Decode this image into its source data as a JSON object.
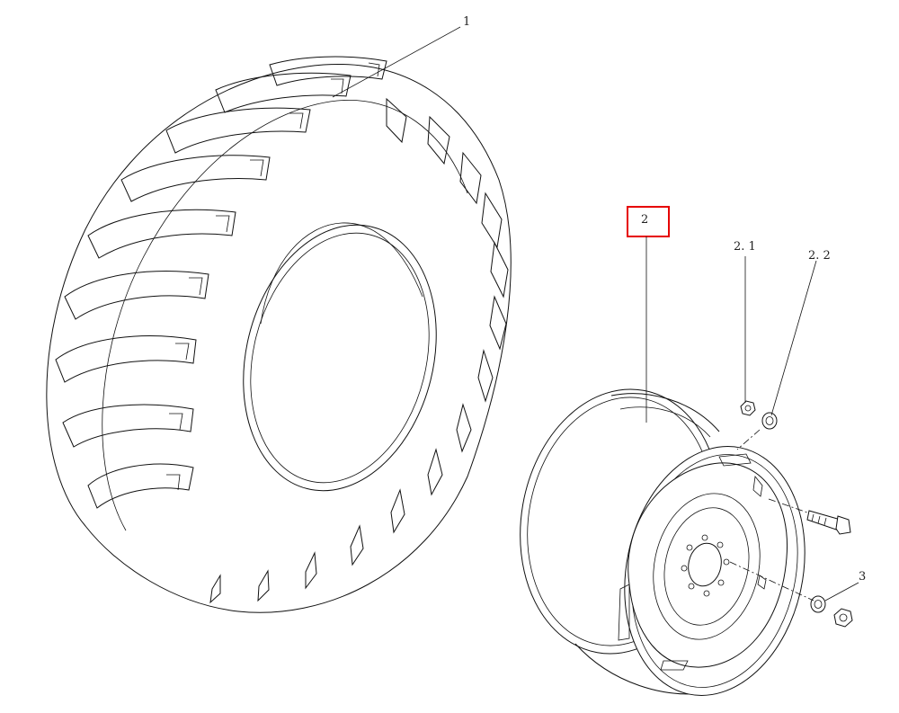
{
  "callouts": {
    "tire": "1",
    "rim": "2",
    "nut": "2. 1",
    "washer": "2. 2",
    "wheel_nut_set": "3"
  },
  "highlight": {
    "target": "rim",
    "color": "#e60000"
  }
}
